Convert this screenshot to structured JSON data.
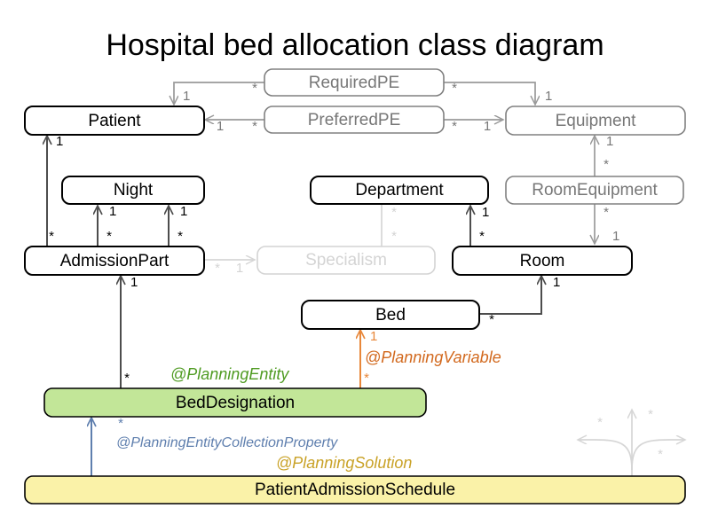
{
  "title": "Hospital bed allocation class diagram",
  "classes": {
    "required_pe": {
      "label": "RequiredPE",
      "style": "muted"
    },
    "preferred_pe": {
      "label": "PreferredPE",
      "style": "muted"
    },
    "patient": {
      "label": "Patient",
      "style": "strong"
    },
    "equipment": {
      "label": "Equipment",
      "style": "muted"
    },
    "night": {
      "label": "Night",
      "style": "strong"
    },
    "department": {
      "label": "Department",
      "style": "strong"
    },
    "room_equipment": {
      "label": "RoomEquipment",
      "style": "muted"
    },
    "admission_part": {
      "label": "AdmissionPart",
      "style": "strong"
    },
    "specialism": {
      "label": "Specialism",
      "style": "faint"
    },
    "room": {
      "label": "Room",
      "style": "strong"
    },
    "bed": {
      "label": "Bed",
      "style": "strong"
    },
    "bed_designation": {
      "label": "BedDesignation",
      "style": "planning-entity"
    },
    "patient_admission_schedule": {
      "label": "PatientAdmissionSchedule",
      "style": "planning-solution"
    }
  },
  "annotations": {
    "planning_entity": "@PlanningEntity",
    "planning_variable": "@PlanningVariable",
    "planning_entity_collection_property": "@PlanningEntityCollectionProperty",
    "planning_solution": "@PlanningSolution"
  },
  "multiplicities": {
    "required_pe_patient_one": "1",
    "required_pe_patient_many": "*",
    "required_pe_equipment_many": "*",
    "required_pe_equipment_one": "1",
    "preferred_pe_patient_one": "1",
    "preferred_pe_patient_many": "*",
    "preferred_pe_equipment_many": "*",
    "preferred_pe_equipment_one": "1",
    "patient_admissionpart_one": "1",
    "patient_admissionpart_many": "*",
    "night_first_one": "1",
    "night_second_one": "1",
    "night_first_many": "*",
    "night_second_many": "*",
    "admissionpart_specialism_many": "*",
    "admissionpart_specialism_one": "1",
    "department_specialism_many_top": "*",
    "department_specialism_many_bottom": "*",
    "department_room_one": "1",
    "department_room_many": "*",
    "equipment_roomequipment_one": "1",
    "equipment_roomequipment_many": "*",
    "roomequipment_room_many": "*",
    "roomequipment_room_one": "1",
    "room_bed_one": "1",
    "room_bed_many": "*",
    "admissionpart_beddesignation_one": "1",
    "admissionpart_beddesignation_many": "*",
    "bed_beddesignation_one": "1",
    "bed_beddesignation_many": "*",
    "beddesignation_schedule_many": "*",
    "schedule_fan_left": "*",
    "schedule_fan_middle": "*",
    "schedule_fan_right": "*"
  },
  "colors": {
    "planning_entity_fill": "#c2e698",
    "planning_solution_fill": "#faf2a8",
    "planning_entity_text": "#4f9b22",
    "planning_variable_text": "#d2691e",
    "planning_collection_text": "#5f7fae",
    "planning_solution_text": "#c9a227",
    "strong_line": "#4d4d4d",
    "muted_line": "#9a9a9a",
    "faint_line": "#d6d6d6"
  }
}
